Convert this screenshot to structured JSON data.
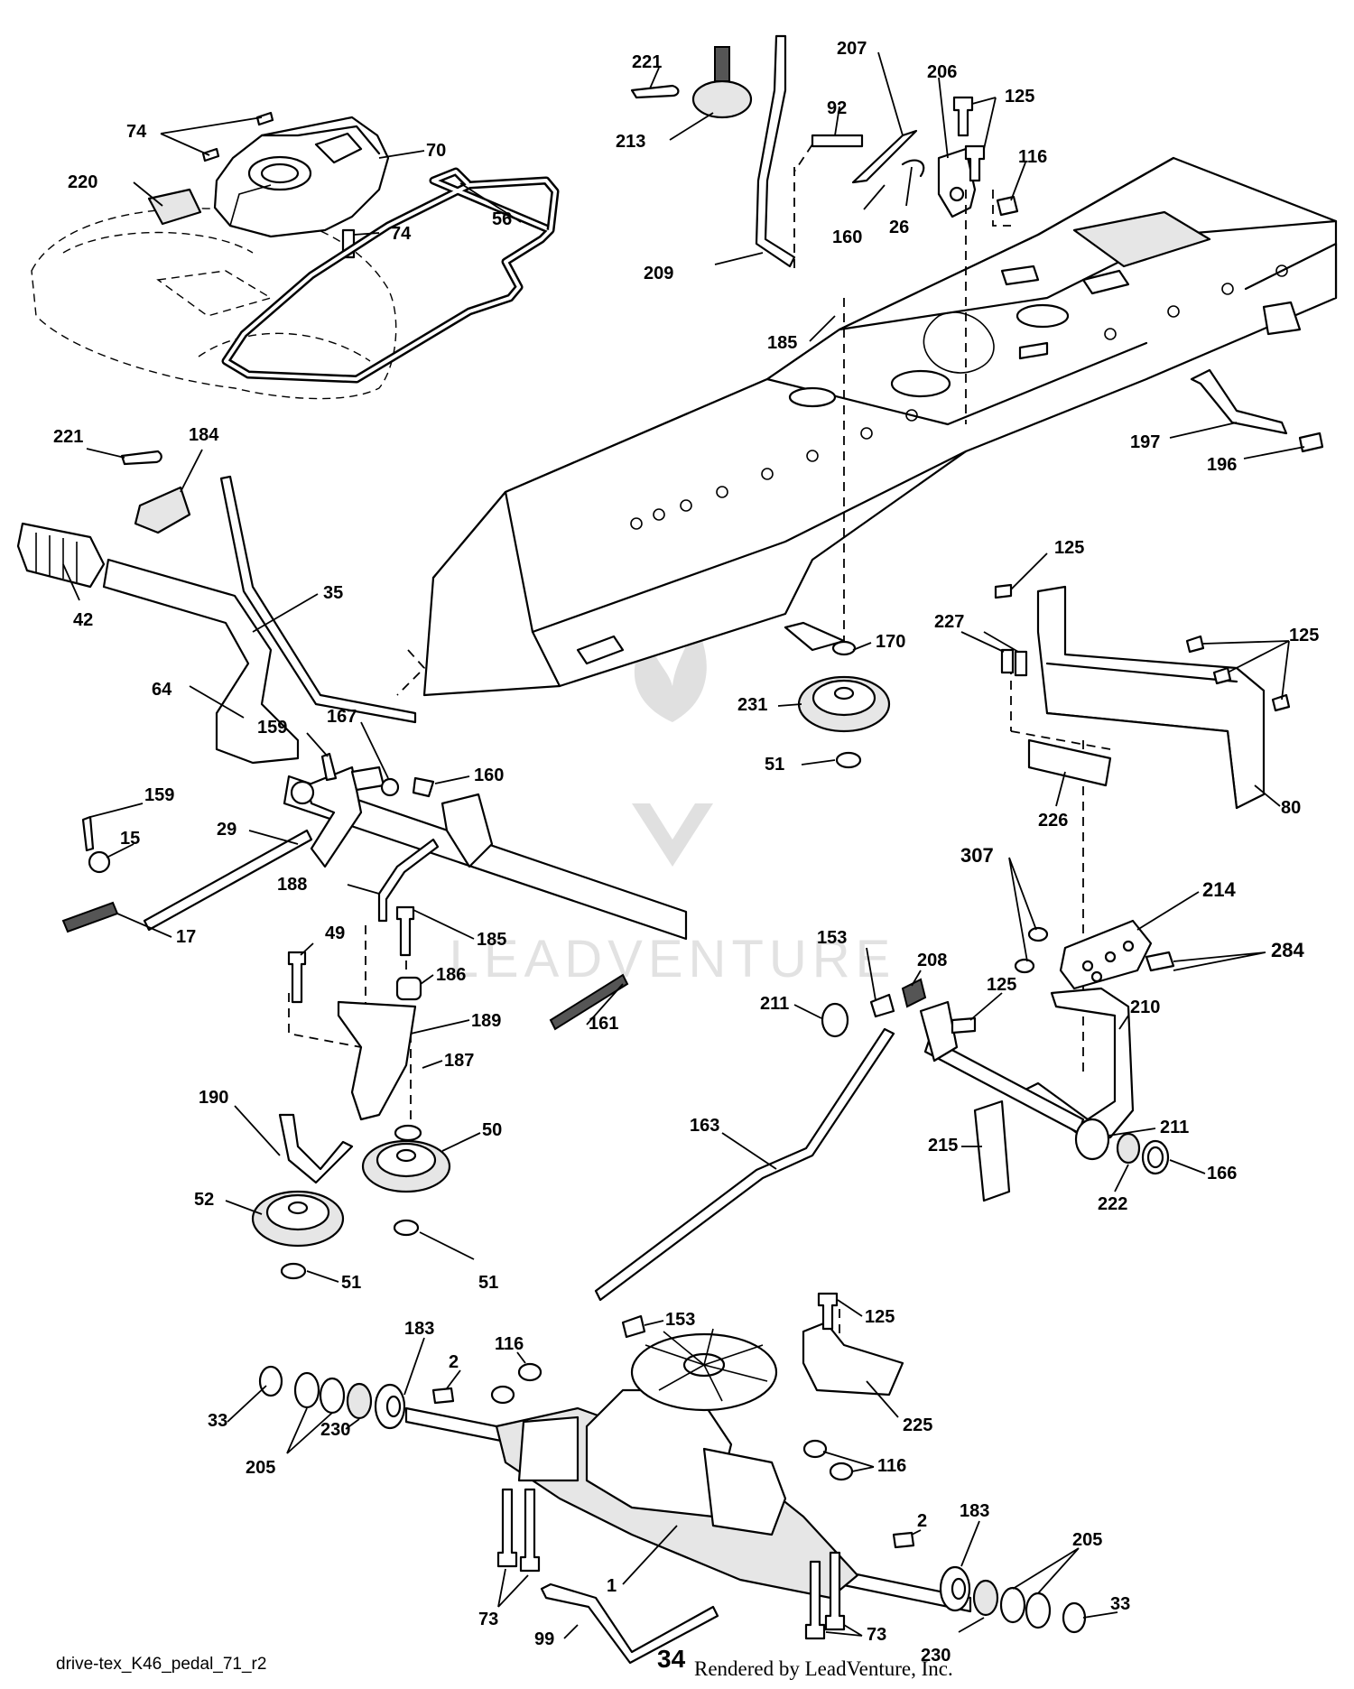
{
  "diagram": {
    "drawing_id": "drive-tex_K46_pedal_71_r2",
    "page_number": "34",
    "rendered_by": "Rendered by LeadVenture, Inc.",
    "watermark": "LEADVENTURE",
    "callouts": [
      {
        "label": "74",
        "part": "top-left-screws"
      },
      {
        "label": "70",
        "part": "pedestal-cover"
      },
      {
        "label": "220",
        "part": "decal"
      },
      {
        "label": "74",
        "part": "bottom-screw"
      },
      {
        "label": "221",
        "part": "hairpin-top"
      },
      {
        "label": "213",
        "part": "lift-knob"
      },
      {
        "label": "207",
        "part": "bracket-top"
      },
      {
        "label": "92",
        "part": "pin"
      },
      {
        "label": "206",
        "part": "plate"
      },
      {
        "label": "125",
        "part": "bolt-top"
      },
      {
        "label": "116",
        "part": "nut-top"
      },
      {
        "label": "56",
        "part": "drive-belt"
      },
      {
        "label": "160",
        "part": "clip-top"
      },
      {
        "label": "26",
        "part": "spring-washer"
      },
      {
        "label": "209",
        "part": "shift-rod"
      },
      {
        "label": "185",
        "part": "shoulder-bolt-top"
      },
      {
        "label": "197",
        "part": "hook-rod"
      },
      {
        "label": "196",
        "part": "screw-rear"
      },
      {
        "label": "221",
        "part": "hairpin-left"
      },
      {
        "label": "184",
        "part": "knob-left"
      },
      {
        "label": "42",
        "part": "grip"
      },
      {
        "label": "35",
        "part": "rod-35"
      },
      {
        "label": "125",
        "part": "bolt-shield"
      },
      {
        "label": "227",
        "part": "screw-227"
      },
      {
        "label": "125",
        "part": "bolt-shield-right"
      },
      {
        "label": "64",
        "part": "lever-64"
      },
      {
        "label": "170",
        "part": "washer-170"
      },
      {
        "label": "231",
        "part": "pulley-231"
      },
      {
        "label": "159",
        "part": "pin-159-top"
      },
      {
        "label": "167",
        "part": "washer-167"
      },
      {
        "label": "160",
        "part": "clip-mid"
      },
      {
        "label": "51",
        "part": "nut-51-top"
      },
      {
        "label": "159",
        "part": "pin-159-left"
      },
      {
        "label": "29",
        "part": "rod-29"
      },
      {
        "label": "15",
        "part": "washer-15"
      },
      {
        "label": "226",
        "part": "bracket-226"
      },
      {
        "label": "80",
        "part": "shield-80"
      },
      {
        "label": "307",
        "part": "bolt-307"
      },
      {
        "label": "214",
        "part": "pedal-pad"
      },
      {
        "label": "188",
        "part": "rod-188"
      },
      {
        "label": "17",
        "part": "spring-17"
      },
      {
        "label": "185",
        "part": "bolt-185"
      },
      {
        "label": "49",
        "part": "bolt-49"
      },
      {
        "label": "186",
        "part": "spacer-186"
      },
      {
        "label": "153",
        "part": "clip-153-top"
      },
      {
        "label": "208",
        "part": "spring-208"
      },
      {
        "label": "284",
        "part": "nut-284"
      },
      {
        "label": "189",
        "part": "idler-arm"
      },
      {
        "label": "161",
        "part": "spring-161"
      },
      {
        "label": "211",
        "part": "bushing-211-left"
      },
      {
        "label": "125",
        "part": "bolt-pedal"
      },
      {
        "label": "210",
        "part": "pedal-210"
      },
      {
        "label": "187",
        "part": "washer-187"
      },
      {
        "label": "190",
        "part": "spring-190"
      },
      {
        "label": "50",
        "part": "pulley-50"
      },
      {
        "label": "163",
        "part": "rod-163"
      },
      {
        "label": "211",
        "part": "bushing-211-right"
      },
      {
        "label": "215",
        "part": "bracket-215"
      },
      {
        "label": "52",
        "part": "pulley-52"
      },
      {
        "label": "222",
        "part": "washer-222"
      },
      {
        "label": "166",
        "part": "ring-166"
      },
      {
        "label": "51",
        "part": "nut-51-left"
      },
      {
        "label": "51",
        "part": "nut-51-right"
      },
      {
        "label": "153",
        "part": "clip-153-bottom"
      },
      {
        "label": "125",
        "part": "bolt-transaxle"
      },
      {
        "label": "183",
        "part": "bushing-183-left"
      },
      {
        "label": "116",
        "part": "nut-116-left"
      },
      {
        "label": "2",
        "part": "key-left"
      },
      {
        "label": "225",
        "part": "bracket-225"
      },
      {
        "label": "33",
        "part": "ring-33-left"
      },
      {
        "label": "205",
        "part": "washer-205-left"
      },
      {
        "label": "230",
        "part": "washer-230-left"
      },
      {
        "label": "116",
        "part": "nut-116-right"
      },
      {
        "label": "2",
        "part": "key-right"
      },
      {
        "label": "183",
        "part": "bushing-183-right"
      },
      {
        "label": "1",
        "part": "transaxle"
      },
      {
        "label": "205",
        "part": "washer-205-right"
      },
      {
        "label": "73",
        "part": "bolt-73-left"
      },
      {
        "label": "33",
        "part": "ring-33-right"
      },
      {
        "label": "99",
        "part": "rod-99"
      },
      {
        "label": "73",
        "part": "bolt-73-right"
      },
      {
        "label": "230",
        "part": "washer-230-right"
      }
    ]
  }
}
